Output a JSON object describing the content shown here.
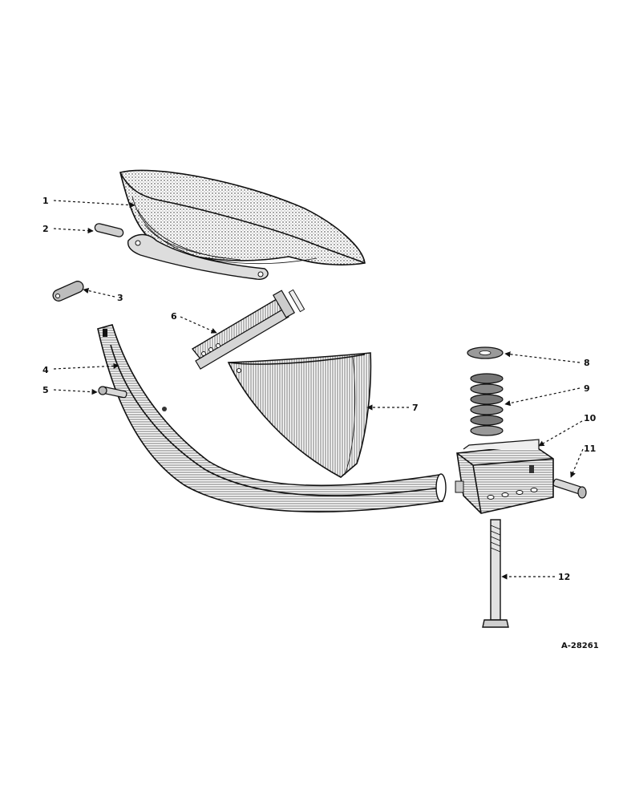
{
  "callouts": {
    "c1": "1",
    "c2": "2",
    "c3": "3",
    "c4": "4",
    "c5": "5",
    "c6": "6",
    "c7": "7",
    "c8": "8",
    "c9": "9",
    "c10": "10",
    "c11": "11",
    "c12": "12"
  },
  "drawing_ref": "A-28261"
}
